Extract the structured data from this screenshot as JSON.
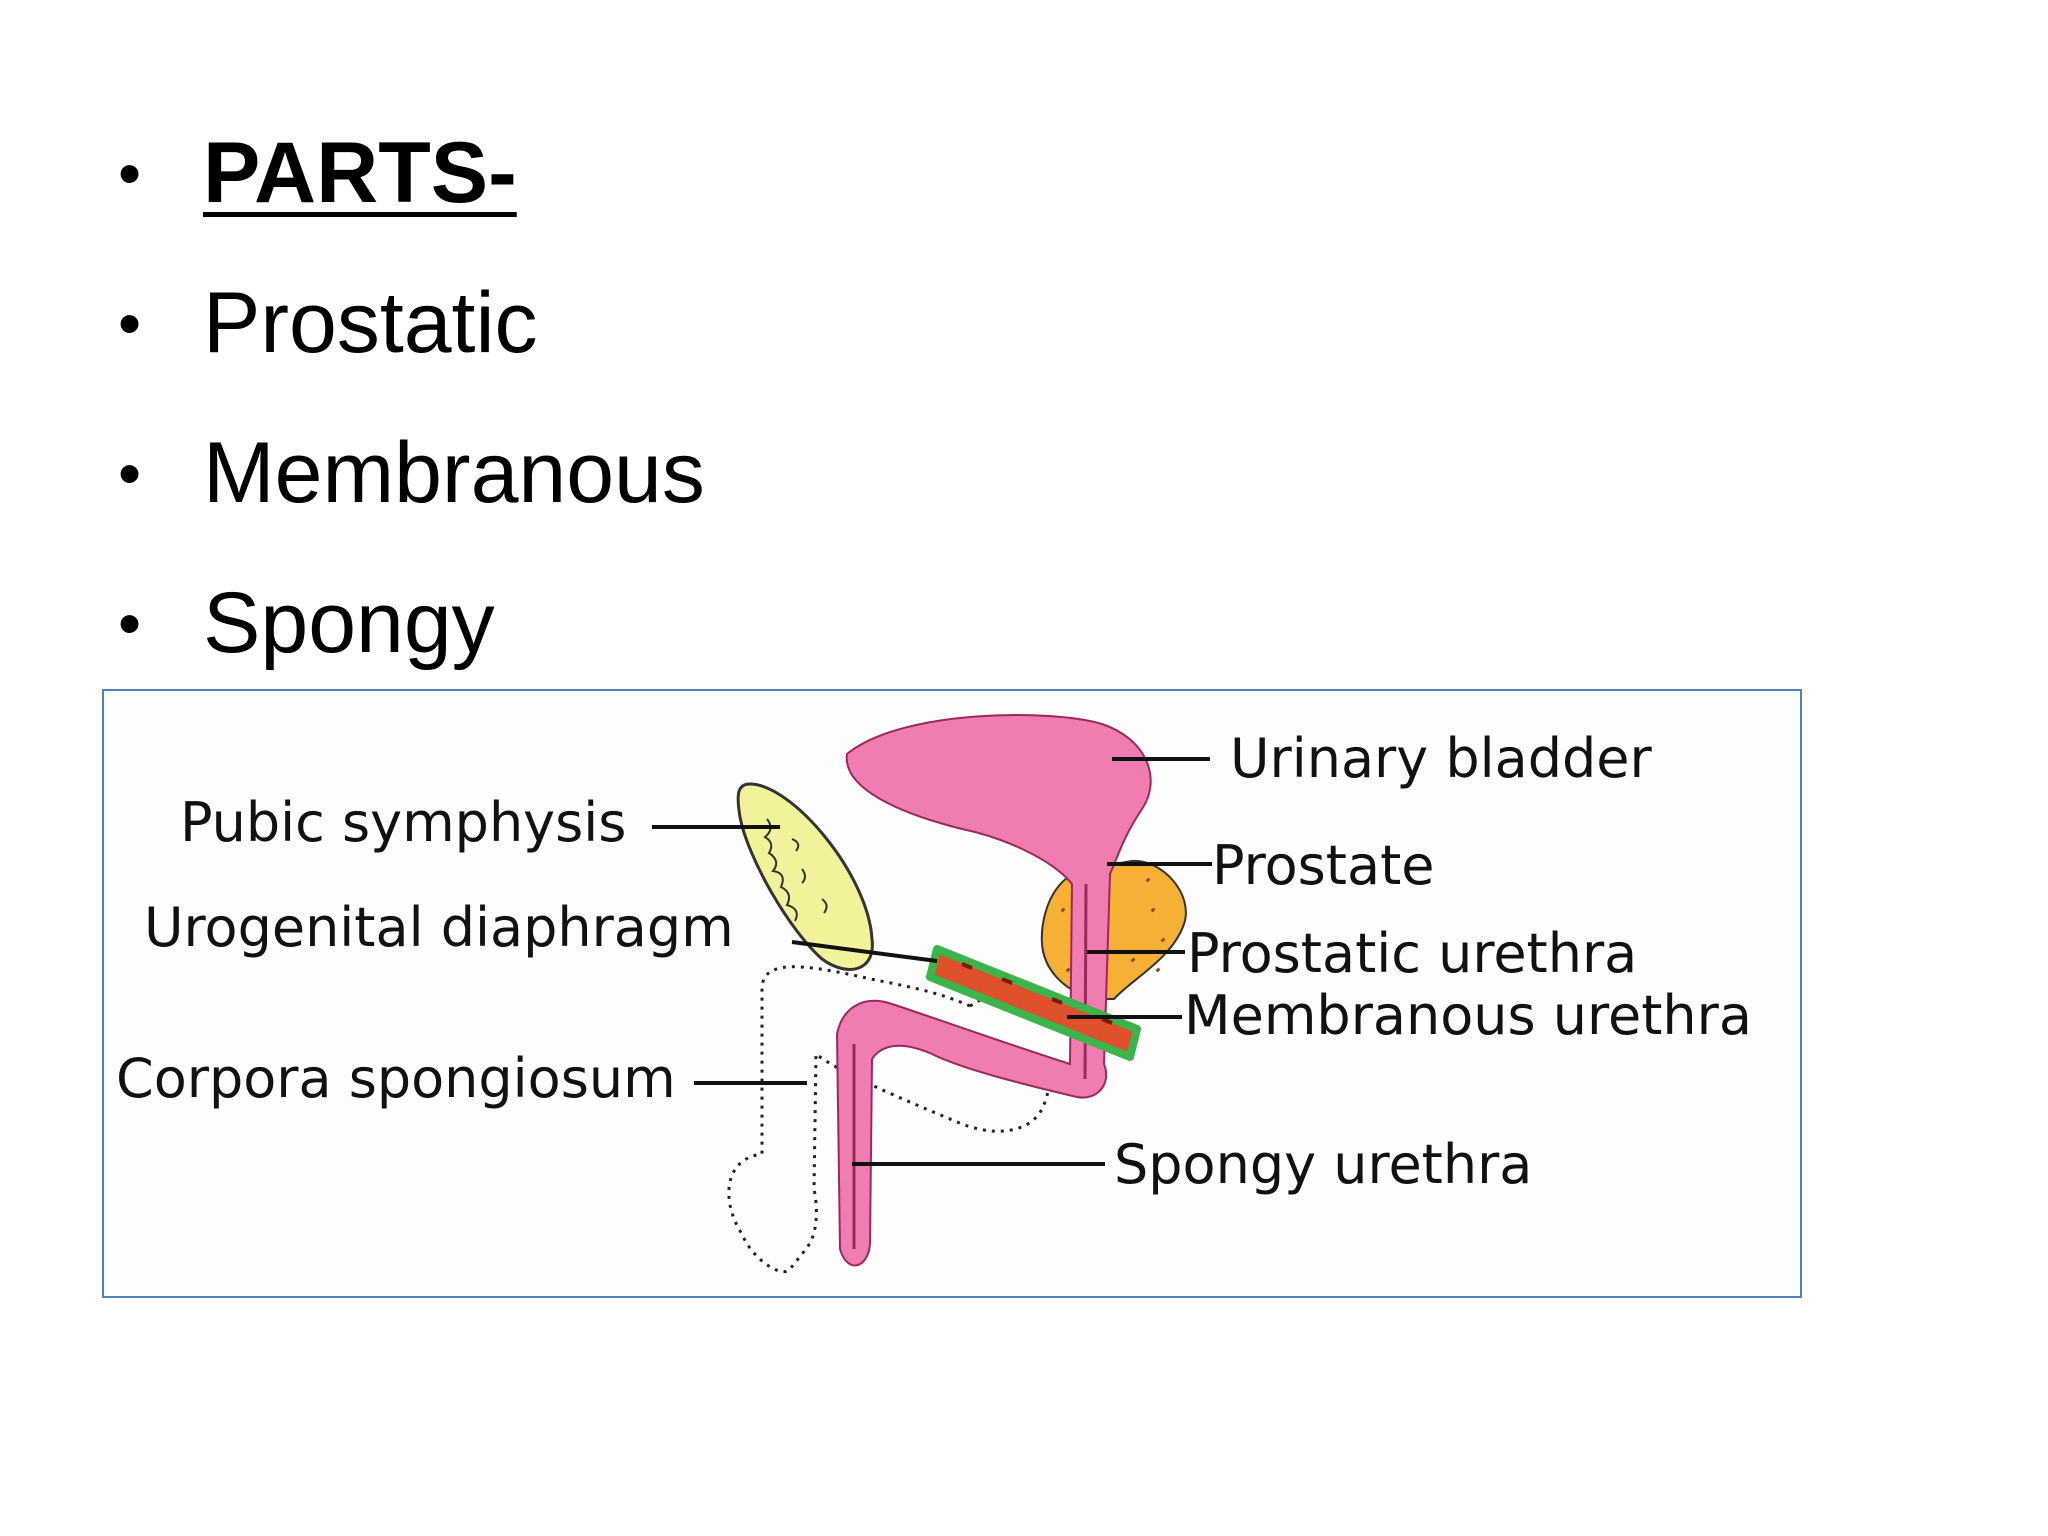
{
  "slide": {
    "bullets": [
      {
        "text": "PARTS-",
        "style": "bold-underline"
      },
      {
        "text": "Prostatic"
      },
      {
        "text": "Membranous"
      },
      {
        "text": "Spongy"
      }
    ],
    "bullet_glyph": "•"
  },
  "diagram": {
    "labels": {
      "urinary_bladder": "Urinary bladder",
      "prostate": "Prostate",
      "prostatic_urethra": "Prostatic urethra",
      "membranous_urethra": "Membranous urethra",
      "spongy_urethra": "Spongy urethra",
      "pubic_symphysis": "Pubic symphysis",
      "urogenital_diaphragm": "Urogenital diaphragm",
      "corpora_spongiosum": "Corpora spongiosum"
    },
    "colors": {
      "frame_border": "#4f81bd",
      "bladder_pink": "#f07cb2",
      "prostate_orange": "#f5b035",
      "diaphragm_red": "#e0502a",
      "diaphragm_green": "#3bb44a",
      "symphysis_yellow": "#f2f29a"
    }
  }
}
